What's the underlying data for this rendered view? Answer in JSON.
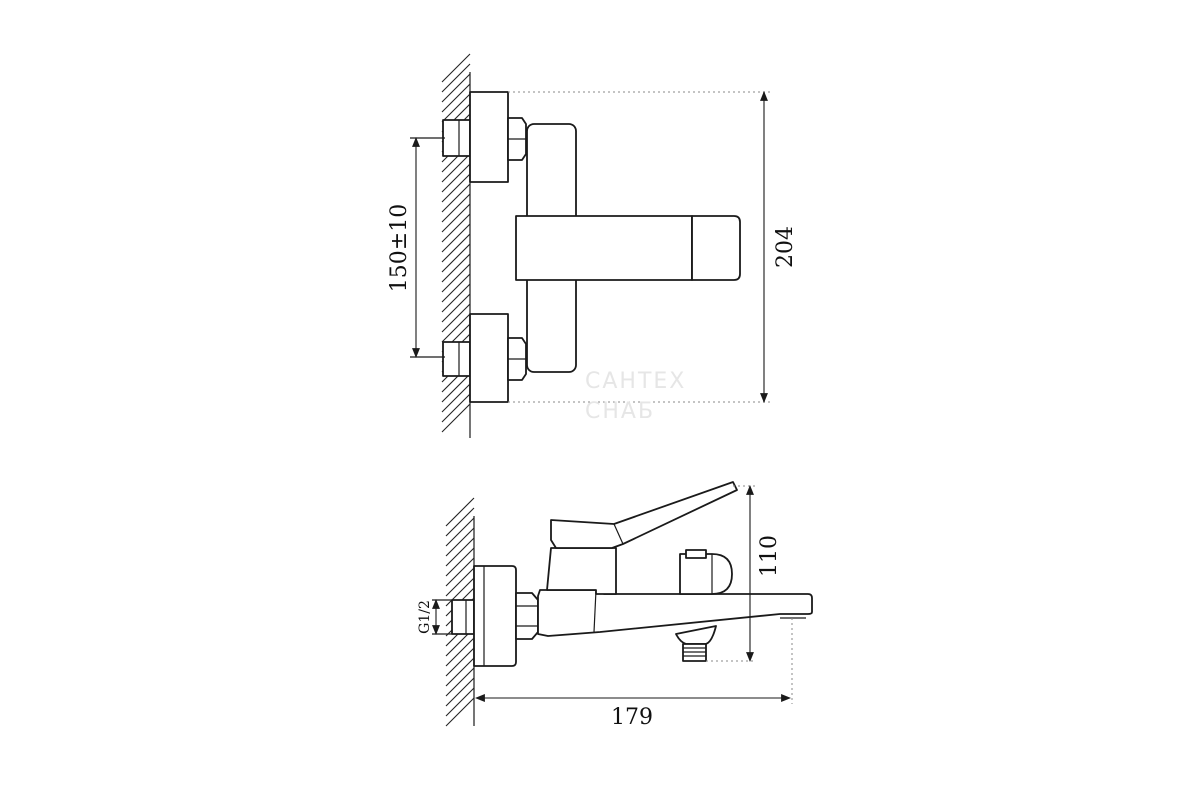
{
  "dimensions": {
    "inlet_spacing": "150±10",
    "total_height": "204",
    "side_height": "110",
    "projection": "179",
    "thread": "G1/2"
  },
  "watermark": {
    "line1": "САНТЕХ",
    "line2": "СНАБ"
  }
}
